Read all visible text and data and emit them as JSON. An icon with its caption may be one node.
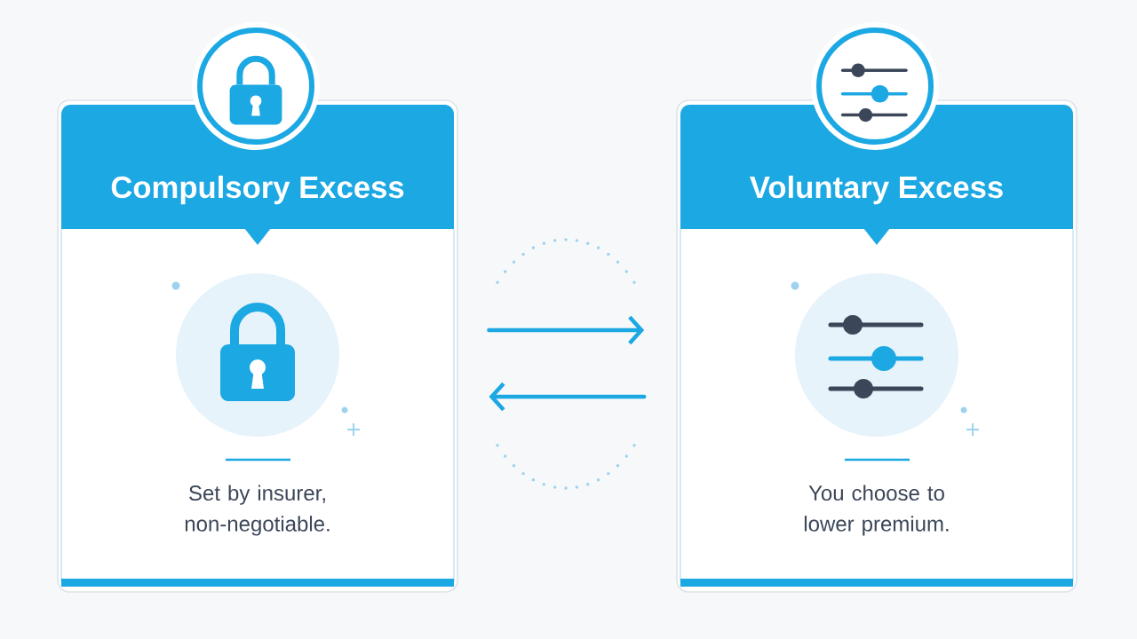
{
  "diagram": {
    "nodes": [
      {
        "text": [
          "Compulsory Excess",
          "Set by insurer, non-negotiable."
        ]
      },
      {
        "text": [
          "Voluntary Excess",
          "You choose to lower premium."
        ]
      }
    ],
    "edges": [
      {
        "from": 0,
        "to": 1,
        "arrow": "to"
      },
      {
        "from": 1,
        "to": 0,
        "arrow": "to"
      }
    ]
  }
}
